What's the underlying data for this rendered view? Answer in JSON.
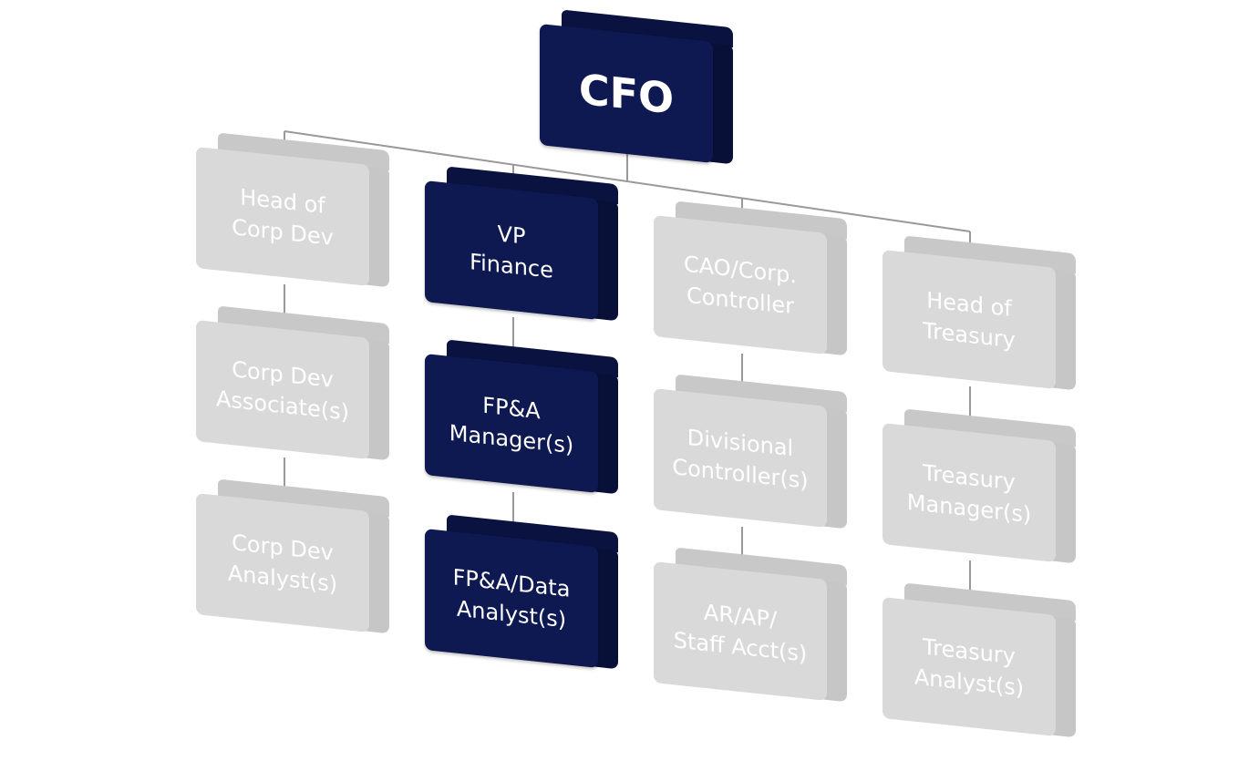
{
  "colors": {
    "highlight": "#0e1851",
    "inactive": "#d9d9d9",
    "connector": "#999999"
  },
  "nodes": {
    "cfo": "CFO",
    "corpdev_head": "Head of\nCorp Dev",
    "corpdev_assoc": "Corp Dev\nAssociate(s)",
    "corpdev_analyst": "Corp Dev\nAnalyst(s)",
    "vp_finance": "VP\nFinance",
    "fpa_manager": "FP&A\nManager(s)",
    "fpa_analyst": "FP&A/Data\nAnalyst(s)",
    "cao": "CAO/Corp.\nController",
    "div_controller": "Divisional\nController(s)",
    "staff_acct": "AR/AP/\nStaff Acct(s)",
    "treasury_head": "Head of\nTreasury",
    "treasury_mgr": "Treasury\nManager(s)",
    "treasury_analyst": "Treasury\nAnalyst(s)"
  }
}
